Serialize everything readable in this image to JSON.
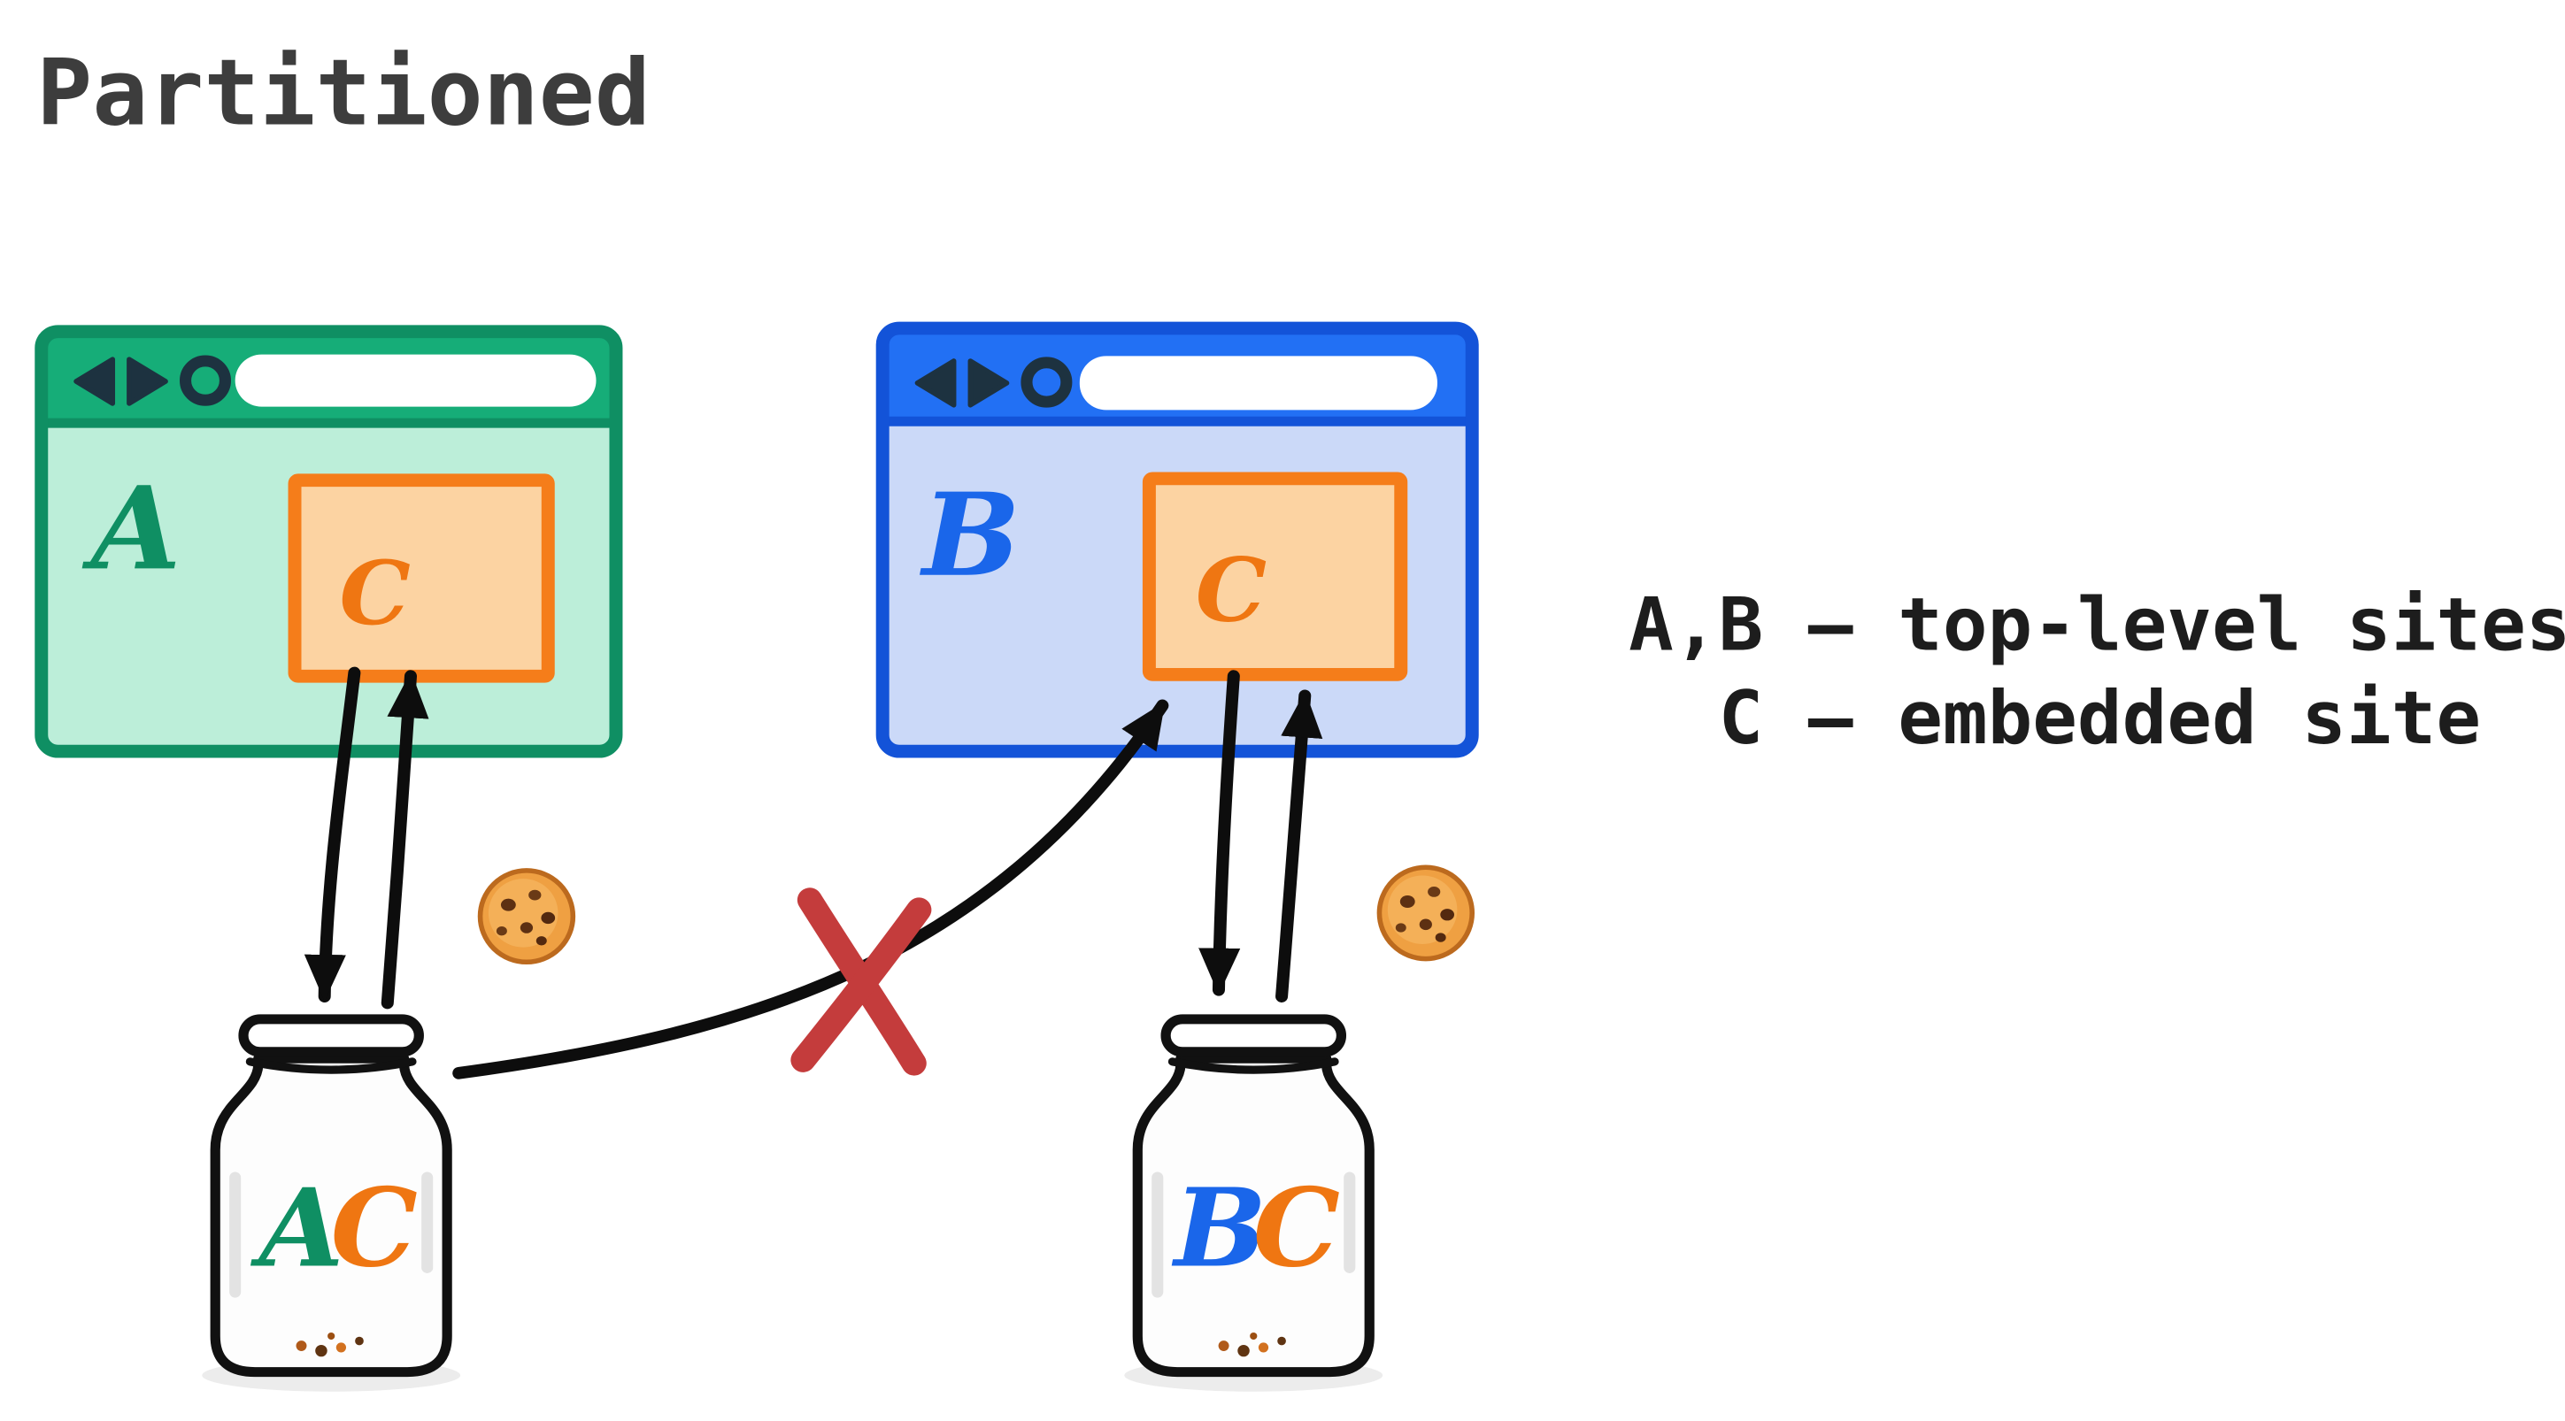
{
  "title": "Partitioned",
  "legend": {
    "line1": "A,B – top-level sites",
    "line2": "C – embedded site"
  },
  "browsers": {
    "a": {
      "label": "A",
      "embed": "C"
    },
    "b": {
      "label": "B",
      "embed": "C"
    }
  },
  "jars": {
    "ac": {
      "top_level": "A",
      "embedded": "C"
    },
    "bc": {
      "top_level": "B",
      "embedded": "C"
    }
  },
  "icons": {
    "back": "back-icon",
    "forward": "forward-icon",
    "reload": "reload-icon",
    "cookie": "cookie-icon",
    "blocked": "blocked-cross-icon"
  },
  "colors": {
    "green_border": "#0f8f63",
    "green_header": "#16ad78",
    "green_body": "#bceed9",
    "blue_border": "#1353d8",
    "blue_header": "#2270f4",
    "blue_body": "#cbd9f8",
    "orange_border": "#f57d1a",
    "orange_fill": "#fcd3a2",
    "letter_a": "#0f8f63",
    "letter_b": "#1a66ea",
    "letter_c": "#ef7612",
    "ink": "#0d0d0d",
    "red_x": "#c43c3c",
    "title": "#3d3d3d",
    "legend_text": "#1d1d1d"
  }
}
